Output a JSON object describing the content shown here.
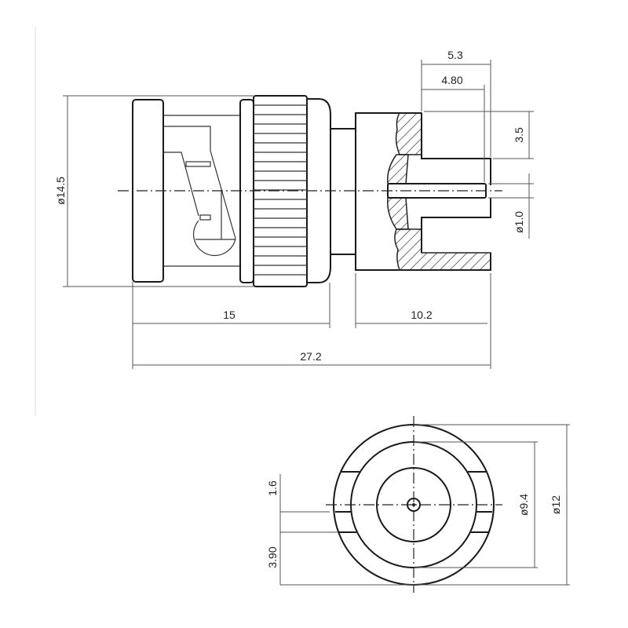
{
  "drawing": {
    "side_view": {
      "dimensions": {
        "outer_diameter": "ø14.5",
        "front_length": "15",
        "rear_length": "10.2",
        "total_length": "27.2",
        "cavity_depth": "5.3",
        "pin_length": "4.80",
        "wall_height": "3.5",
        "pin_diameter": "ø1.0"
      }
    },
    "end_view": {
      "dimensions": {
        "slot_width": "1.6",
        "slot_offset": "3.90",
        "inner_diameter": "ø9.4",
        "outer_diameter": "ø12"
      }
    }
  }
}
